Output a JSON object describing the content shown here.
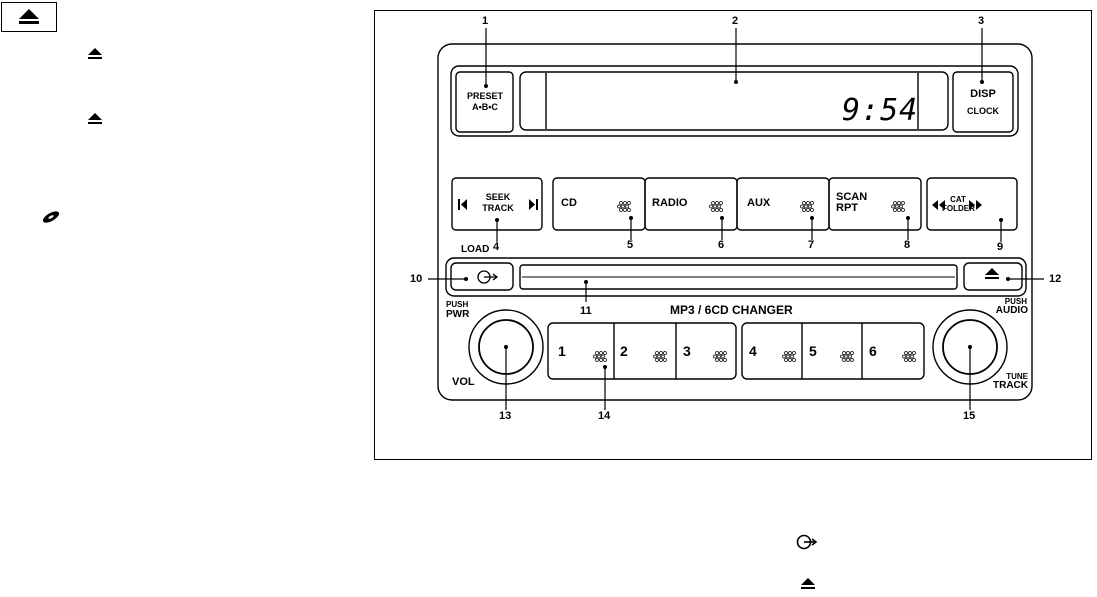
{
  "diagram": {
    "preset_line1": "PRESET",
    "preset_line2": "A•B•C",
    "clock": "9:54",
    "disp_line1": "DISP",
    "disp_line2": "CLOCK",
    "seek_line1": "SEEK",
    "seek_line2": "TRACK",
    "cd": "CD",
    "radio": "RADIO",
    "aux": "AUX",
    "scan_line1": "SCAN",
    "scan_line2": "RPT",
    "cat_line1": "CAT",
    "cat_line2": "FOLDER",
    "load": "LOAD",
    "changer": "MP3 / 6CD CHANGER",
    "push_left": "PUSH",
    "pwr": "PWR",
    "vol": "VOL",
    "push_right": "PUSH",
    "audio": "AUDIO",
    "tune": "TUNE",
    "track": "TRACK",
    "presets": [
      "1",
      "2",
      "3",
      "4",
      "5",
      "6"
    ],
    "callouts": [
      "1",
      "2",
      "3",
      "4",
      "5",
      "6",
      "7",
      "8",
      "9",
      "10",
      "11",
      "12",
      "13",
      "14",
      "15"
    ]
  },
  "icons": [
    "eject-icon",
    "cd-load-icon",
    "disc-icon"
  ]
}
